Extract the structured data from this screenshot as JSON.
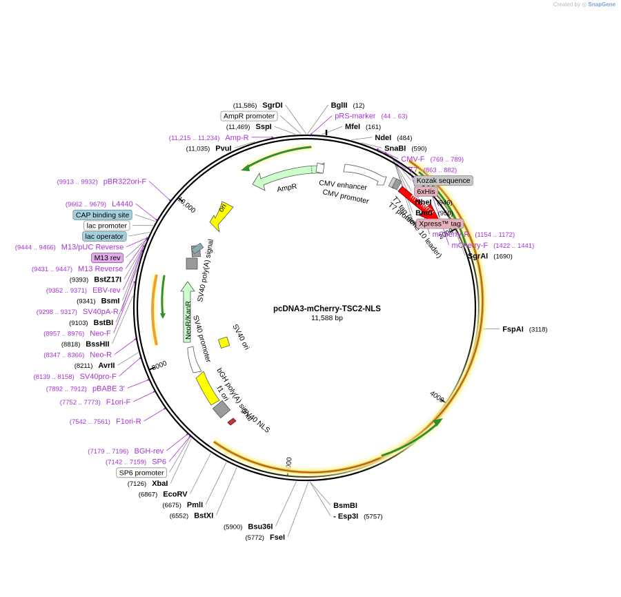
{
  "credit": {
    "prefix": "Created by",
    "brand": "SnapGene"
  },
  "plasmid": {
    "name": "pcDNA3-mCherry-TSC2-NLS",
    "length_label": "11,588 bp",
    "length": 11588
  },
  "ticks": [
    {
      "bp": 2000,
      "label": "2000"
    },
    {
      "bp": 4000,
      "label": "4000"
    },
    {
      "bp": 6000,
      "label": "6000"
    },
    {
      "bp": 8000,
      "label": "8000"
    },
    {
      "bp": 10000,
      "label": "10,000"
    }
  ],
  "sites": [
    {
      "name": "SgrDI",
      "pos": "(11,586)",
      "bp": 11586,
      "side": "L",
      "pos_first": true
    },
    {
      "name": "BglII",
      "pos": "(12)",
      "bp": 12,
      "side": "R",
      "pos_first": false
    },
    {
      "name": "MfeI",
      "pos": "(161)",
      "bp": 161,
      "side": "R",
      "pos_first": false
    },
    {
      "name": "NdeI",
      "pos": "(484)",
      "bp": 484,
      "side": "R",
      "pos_first": false
    },
    {
      "name": "SnaBI",
      "pos": "(590)",
      "bp": 590,
      "side": "R",
      "pos_first": false
    },
    {
      "name": "NheI",
      "pos": "(946)",
      "bp": 946,
      "side": "R",
      "pos_first": false
    },
    {
      "name": "BmtI",
      "pos": "(950)",
      "bp": 950,
      "side": "R",
      "pos_first": false
    },
    {
      "name": "SgrAI",
      "pos": "(1690)",
      "bp": 1690,
      "side": "R",
      "pos_first": false
    },
    {
      "name": "FspAI",
      "pos": "(3118)",
      "bp": 3118,
      "side": "R",
      "pos_first": false
    },
    {
      "name": "BsmBI",
      "pos": "",
      "bp": 5757,
      "side": "R",
      "pos_first": false
    },
    {
      "name": "- Esp3I",
      "pos": "(5757)",
      "bp": 5757,
      "side": "R",
      "pos_first": false
    },
    {
      "name": "FseI",
      "pos": "(5772)",
      "bp": 5772,
      "side": "L",
      "pos_first": true
    },
    {
      "name": "Bsu36I",
      "pos": "(5900)",
      "bp": 5900,
      "side": "L",
      "pos_first": true
    },
    {
      "name": "BstXI",
      "pos": "(6552)",
      "bp": 6552,
      "side": "L",
      "pos_first": true
    },
    {
      "name": "PmlI",
      "pos": "(6675)",
      "bp": 6675,
      "side": "L",
      "pos_first": true
    },
    {
      "name": "EcoRV",
      "pos": "(6867)",
      "bp": 6867,
      "side": "L",
      "pos_first": true
    },
    {
      "name": "XbaI",
      "pos": "(7126)",
      "bp": 7126,
      "side": "L",
      "pos_first": true
    },
    {
      "name": "AvrII",
      "pos": "(8211)",
      "bp": 8211,
      "side": "L",
      "pos_first": true
    },
    {
      "name": "BssHII",
      "pos": "(8818)",
      "bp": 8818,
      "side": "L",
      "pos_first": true
    },
    {
      "name": "BstBI",
      "pos": "(9103)",
      "bp": 9103,
      "side": "L",
      "pos_first": true
    },
    {
      "name": "BsmI",
      "pos": "(9341)",
      "bp": 9341,
      "side": "L",
      "pos_first": true
    },
    {
      "name": "BstZ17I",
      "pos": "(9393)",
      "bp": 9393,
      "side": "L",
      "pos_first": true
    },
    {
      "name": "PvuI",
      "pos": "(11,035)",
      "bp": 11035,
      "side": "L",
      "pos_first": true
    },
    {
      "name": "SspI",
      "pos": "(11,469)",
      "bp": 11469,
      "side": "L",
      "pos_first": true
    }
  ],
  "primers": [
    {
      "name": "pRS-marker",
      "pos": "(44 .. 63)",
      "bp": 53,
      "side": "R",
      "pos_first": false
    },
    {
      "name": "CMV-F",
      "pos": "(769 .. 789)",
      "bp": 779,
      "side": "R",
      "pos_first": false
    },
    {
      "name": "T7",
      "pos": "(863 .. 882)",
      "bp": 872,
      "side": "R",
      "pos_first": false
    },
    {
      "name": "mCherry-R",
      "pos": "(1154 .. 1172)",
      "bp": 1163,
      "side": "R",
      "pos_first": false
    },
    {
      "name": "mCherry-F",
      "pos": "(1422 .. 1441)",
      "bp": 1431,
      "side": "R",
      "pos_first": false
    },
    {
      "name": "Amp-R",
      "pos": "(11,215 .. 11,234)",
      "bp": 11224,
      "side": "L",
      "pos_first": true
    },
    {
      "name": "pBR322ori-F",
      "pos": "(9913 .. 9932)",
      "bp": 9922,
      "side": "L",
      "pos_first": true
    },
    {
      "name": "L4440",
      "pos": "(9662 .. 9679)",
      "bp": 9670,
      "side": "L",
      "pos_first": true
    },
    {
      "name": "M13/pUC Reverse",
      "pos": "(9444 .. 9466)",
      "bp": 9455,
      "side": "L",
      "pos_first": true
    },
    {
      "name": "M13 Reverse",
      "pos": "(9431 .. 9447)",
      "bp": 9439,
      "side": "L",
      "pos_first": true
    },
    {
      "name": "EBV-rev",
      "pos": "(9352 .. 9371)",
      "bp": 9361,
      "side": "L",
      "pos_first": true
    },
    {
      "name": "SV40pA-R",
      "pos": "(9298 .. 9317)",
      "bp": 9307,
      "side": "L",
      "pos_first": true
    },
    {
      "name": "Neo-F",
      "pos": "(8957 .. 8976)",
      "bp": 8966,
      "side": "L",
      "pos_first": true
    },
    {
      "name": "Neo-R",
      "pos": "(8347 .. 8366)",
      "bp": 8356,
      "side": "L",
      "pos_first": true
    },
    {
      "name": "SV40pro-F",
      "pos": "(8139 .. 8158)",
      "bp": 8148,
      "side": "L",
      "pos_first": true
    },
    {
      "name": "pBABE 3'",
      "pos": "(7892 .. 7912)",
      "bp": 7902,
      "side": "L",
      "pos_first": true
    },
    {
      "name": "F1ori-F",
      "pos": "(7752 .. 7773)",
      "bp": 7762,
      "side": "L",
      "pos_first": true
    },
    {
      "name": "F1ori-R",
      "pos": "(7542 .. 7561)",
      "bp": 7551,
      "side": "L",
      "pos_first": true
    },
    {
      "name": "BGH-rev",
      "pos": "(7179 .. 7196)",
      "bp": 7187,
      "side": "L",
      "pos_first": true
    },
    {
      "name": "SP6",
      "pos": "(7142 .. 7159)",
      "bp": 7150,
      "side": "L",
      "pos_first": true
    }
  ],
  "boxed_labels": [
    {
      "name": "AmpR promoter",
      "bp": 11530,
      "fill": "#ffffff",
      "stroke": "#8c8c8c"
    },
    {
      "name": "Kozak sequence",
      "bp": 930,
      "fill": "#c7c7c7",
      "stroke": "#8c8c8c"
    },
    {
      "name": "6xHis",
      "bp": 935,
      "fill": "#e6b1bb",
      "stroke": "#8c8c8c"
    },
    {
      "name": "Xpress™ tag",
      "bp": 960,
      "fill": "#e6b1bb",
      "stroke": "#8c8c8c"
    },
    {
      "name": "CAP binding site",
      "bp": 9650,
      "fill": "#a4cfdf",
      "stroke": "#6c8c97"
    },
    {
      "name": "lac promoter",
      "bp": 9600,
      "fill": "#ffffff",
      "stroke": "#8c8c8c"
    },
    {
      "name": "lac operator",
      "bp": 9520,
      "fill": "#a4cfdf",
      "stroke": "#6c8c97"
    },
    {
      "name": "M13 rev",
      "bp": 9440,
      "fill": "#e3a9ea",
      "stroke": "#8c5a94"
    },
    {
      "name": "SP6 promoter",
      "bp": 7145,
      "fill": "#ffffff",
      "stroke": "#8c8c8c"
    }
  ],
  "inner_labels": [
    {
      "name": "AmpR"
    },
    {
      "name": "ori"
    },
    {
      "name": "CMV enhancer"
    },
    {
      "name": "CMV promoter"
    },
    {
      "name": "mCherry"
    },
    {
      "name": "T7 tag (gene 10 leader)"
    },
    {
      "name": "T7 promoter"
    },
    {
      "name": "SV40 poly(A) signal"
    },
    {
      "name": "NeoR/KanR"
    },
    {
      "name": "SV40 promoter"
    },
    {
      "name": "SV40 ori"
    },
    {
      "name": "bGH poly(A) signal"
    },
    {
      "name": "f1 ori"
    },
    {
      "name": "SV40 NLS"
    }
  ],
  "colors": {
    "backbone": "#000000",
    "tsc2_orange": "#e8a335",
    "tsc2_glow": "#fff7b0",
    "ampR": "#ccffcc",
    "ori": "#ffff00",
    "promoter": "#ffffff",
    "mcherry": "#ff0000",
    "polyA": "#999999",
    "primer": "#a632d6",
    "green_arrow": "#2f8f2f"
  }
}
